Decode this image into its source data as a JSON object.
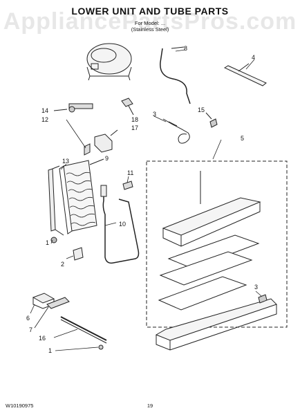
{
  "header": {
    "title": "LOWER UNIT AND TUBE PARTS",
    "model_line": "For Model: ...",
    "finish_line": "(Stainless Steel)"
  },
  "watermark": {
    "text": "AppliancePartsPros.com"
  },
  "callouts": {
    "c1a": "1",
    "c1b": "1",
    "c2": "2",
    "c3a": "3",
    "c3b": "3",
    "c4": "4",
    "c5": "5",
    "c6": "6",
    "c7": "7",
    "c8": "8",
    "c9": "9",
    "c10": "10",
    "c11": "11",
    "c12": "12",
    "c13": "13",
    "c14": "14",
    "c15": "15",
    "c16": "16",
    "c17": "17",
    "c18": "18"
  },
  "footer": {
    "doc_number": "W10190975",
    "page_number": "19"
  }
}
